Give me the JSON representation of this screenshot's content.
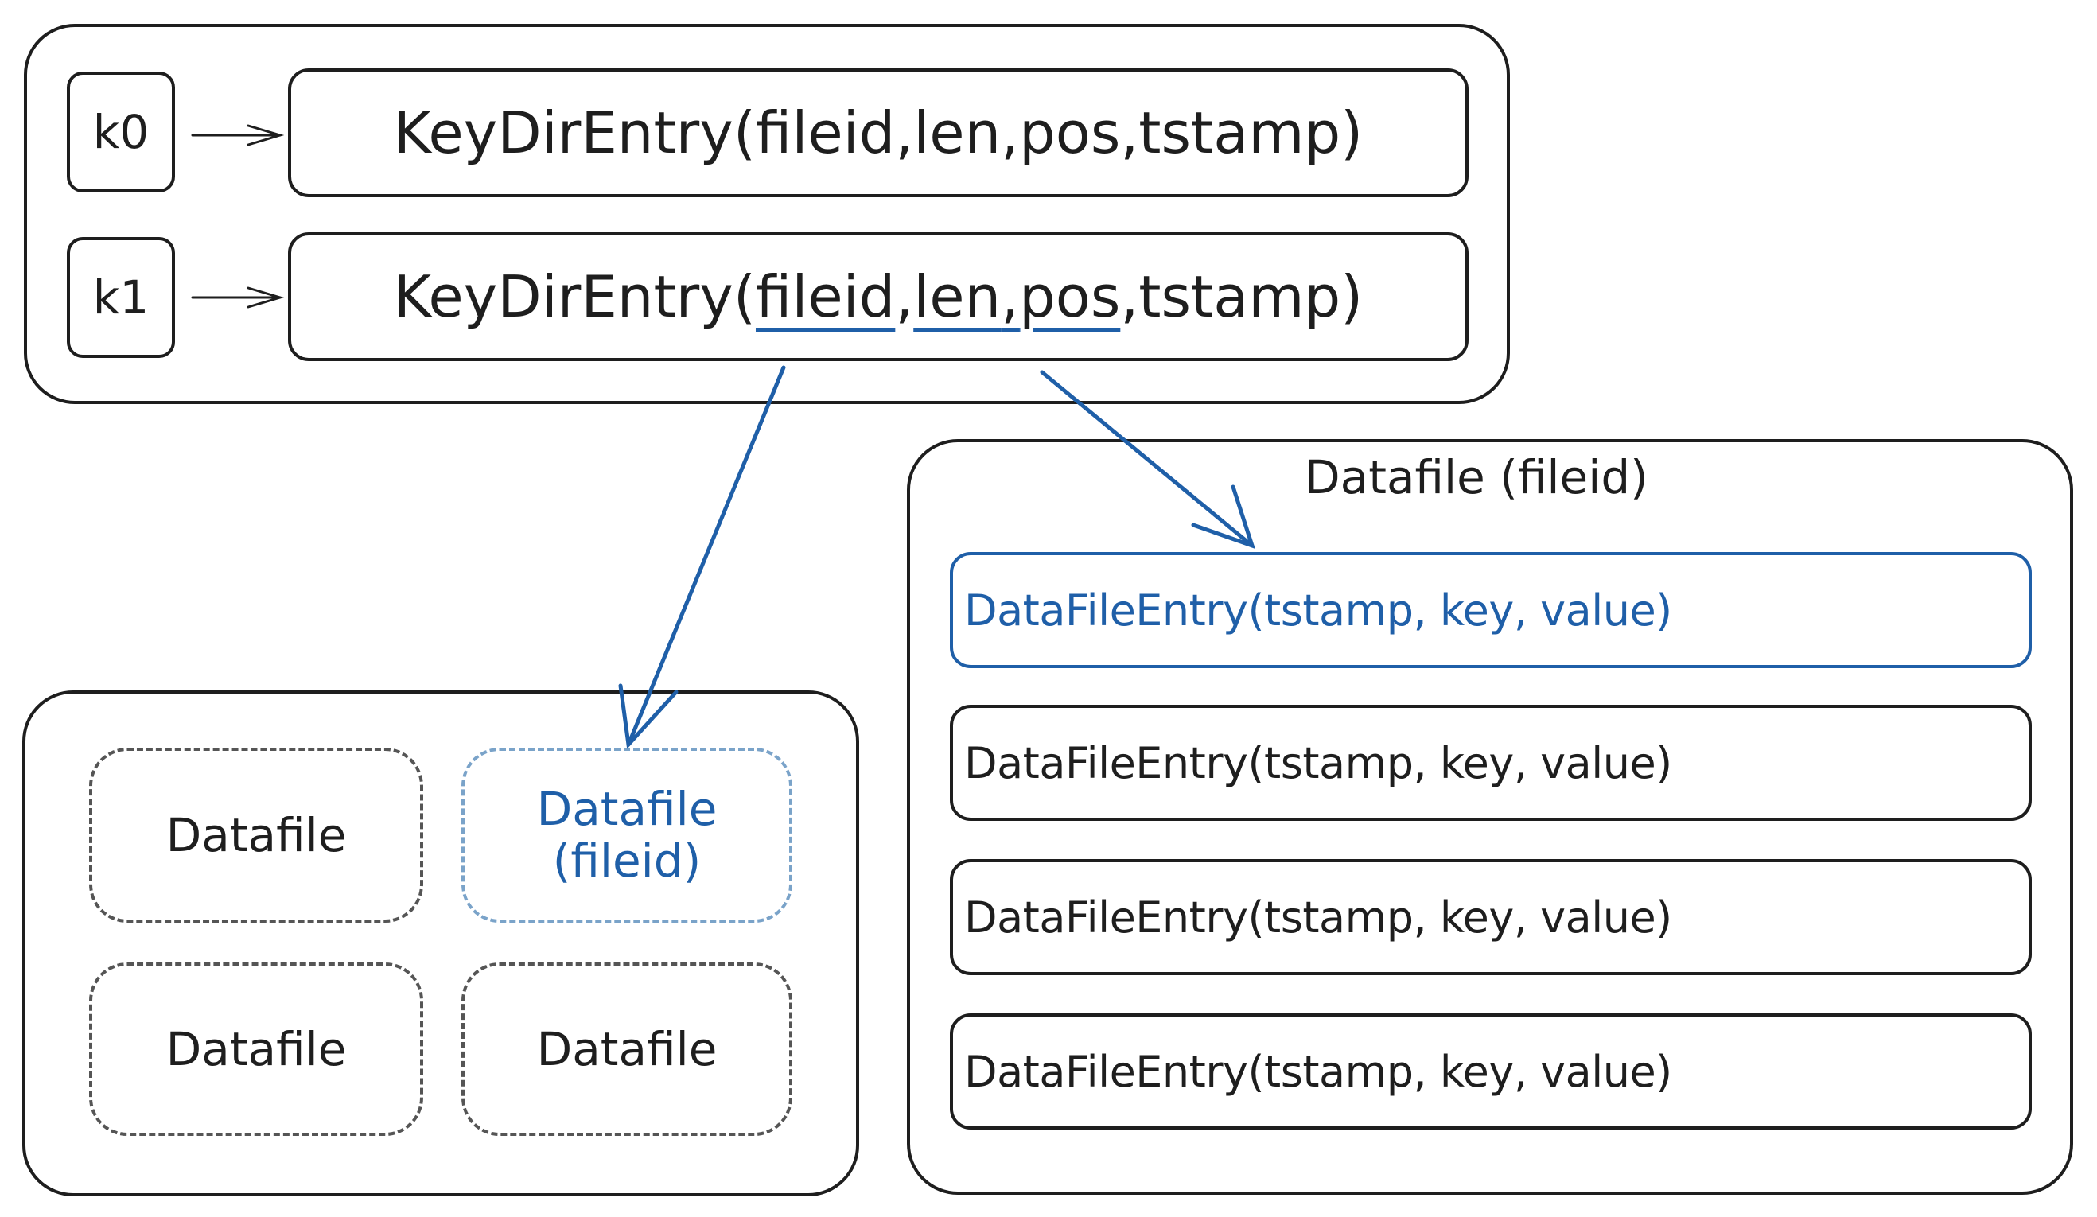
{
  "keydir": {
    "keys": [
      "k0",
      "k1"
    ],
    "entries": [
      {
        "prefix": "KeyDirEntry(",
        "fileid": "fileid",
        "len": "len",
        "pos": "pos",
        "tstamp": "tstamp)"
      },
      {
        "prefix": "KeyDirEntry(",
        "fileid": "fileid",
        "len": "len",
        "pos": "pos",
        "tstamp": "tstamp)"
      }
    ]
  },
  "datafile_panel": {
    "title": "Datafile (fileid)",
    "entries": [
      "DataFileEntry(tstamp, key, value)",
      "DataFileEntry(tstamp, key, value)",
      "DataFileEntry(tstamp, key, value)",
      "DataFileEntry(tstamp, key, value)"
    ]
  },
  "datafiles": {
    "items": [
      "Datafile",
      "Datafile\n(fileid)",
      "Datafile",
      "Datafile"
    ]
  },
  "colors": {
    "ink": "#1e1e1e",
    "accent": "#1f5fa8",
    "dashed": "#555555"
  }
}
